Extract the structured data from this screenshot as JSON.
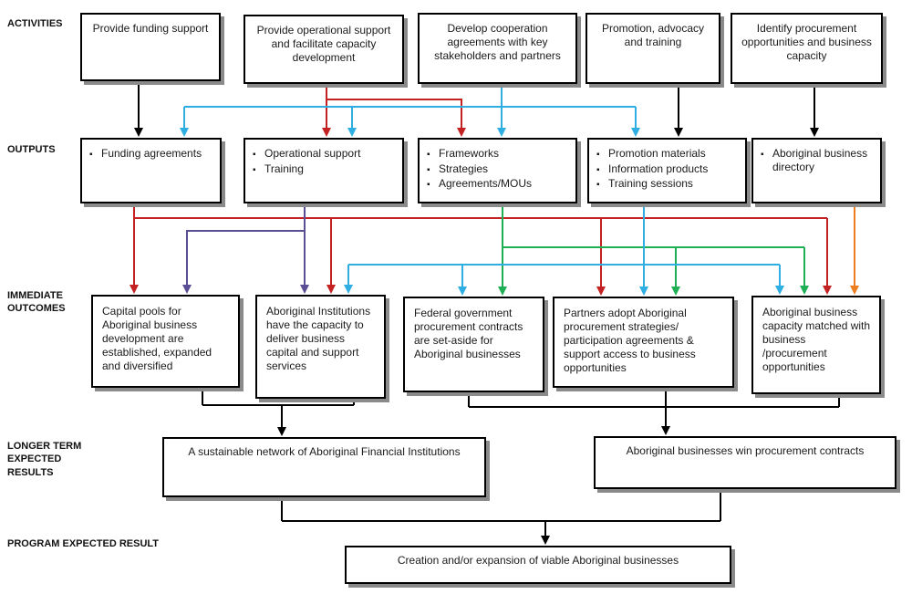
{
  "diagram": {
    "row_labels": {
      "activities": "ACTIVITIES",
      "outputs": "OUTPUTS",
      "immediate_outcomes": "IMMEDIATE OUTCOMES",
      "longer_term": "LONGER TERM EXPECTED RESULTS",
      "program": "PROGRAM EXPECTED RESULT"
    },
    "activities": [
      "Provide funding support",
      "Provide operational support and facilitate capacity development",
      "Develop cooperation agreements with key stakeholders and partners",
      "Promotion, advocacy and training",
      "Identify procurement opportunities and business capacity"
    ],
    "outputs": [
      {
        "items": [
          "Funding agreements"
        ]
      },
      {
        "items": [
          "Operational support",
          "Training"
        ]
      },
      {
        "items": [
          "Frameworks",
          "Strategies",
          "Agreements/MOUs"
        ]
      },
      {
        "items": [
          "Promotion materials",
          "Information products",
          "Training sessions"
        ]
      },
      {
        "items": [
          "Aboriginal business directory"
        ]
      }
    ],
    "immediate_outcomes": [
      "Capital pools for Aboriginal business development are established, expanded and diversified",
      "Aboriginal Institutions have the capacity to deliver business capital and support services",
      "Federal government procurement contracts are set-aside for Aboriginal businesses",
      "Partners adopt Aboriginal procurement strategies/ participation agreements & support access to business opportunities",
      "Aboriginal business capacity matched with business /procurement opportunities"
    ],
    "longer_term_results": [
      "A sustainable network of Aboriginal Financial Institutions",
      "Aboriginal businesses win procurement contracts"
    ],
    "program_result": "Creation and/or expansion of viable Aboriginal businesses",
    "colors": {
      "black": "#000000",
      "red": "#C42222",
      "blue": "#2FAEE4",
      "green": "#1EAF54",
      "purple": "#5C4E94",
      "orange": "#EE7D22"
    }
  }
}
